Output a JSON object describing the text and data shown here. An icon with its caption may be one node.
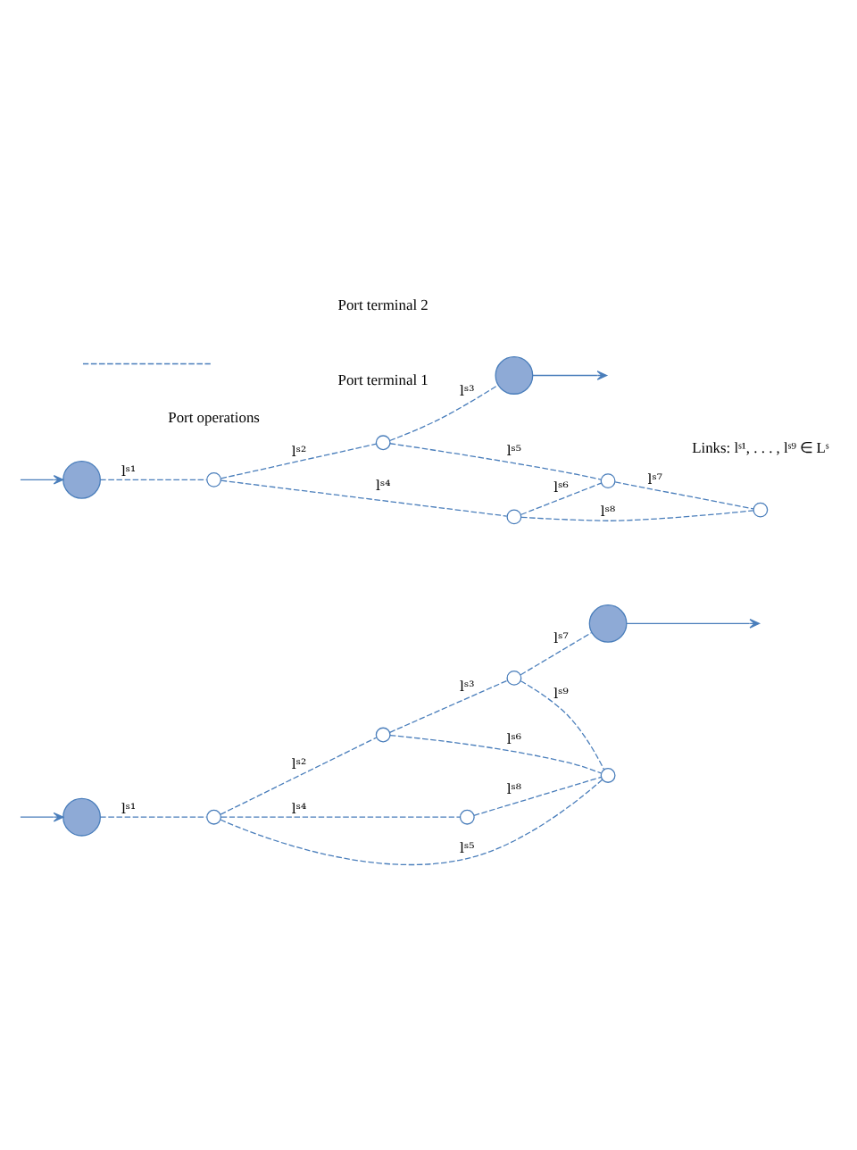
{
  "diagram": {
    "nodes": [
      {
        "text": [],
        "shape": "circle"
      },
      {
        "text": [],
        "shape": "circle"
      },
      {
        "text": [],
        "shape": "circle"
      },
      {
        "text": [],
        "shape": "circle"
      },
      {
        "text": [],
        "shape": "circle"
      },
      {
        "text": [],
        "shape": "circle"
      },
      {
        "text": [],
        "shape": "circle"
      },
      {
        "text": [],
        "shape": "circle"
      },
      {
        "text": [],
        "shape": "circle"
      },
      {
        "text": [],
        "shape": "circle"
      },
      {
        "text": [],
        "shape": "circle"
      },
      {
        "text": [],
        "shape": "circle"
      },
      {
        "text": [],
        "shape": "circle"
      },
      {
        "text": [],
        "shape": "circle"
      }
    ],
    "edges": [
      {
        "from": null,
        "to": 0,
        "arrow": "to"
      },
      {
        "from": 0,
        "to": 1,
        "arrow": "none",
        "label": "lˢ¹",
        "style": "dashed"
      },
      {
        "from": 1,
        "to": 2,
        "arrow": "none",
        "label": "lˢ²",
        "style": "dashed"
      },
      {
        "from": 2,
        "to": 3,
        "arrow": "none",
        "label": "lˢ³",
        "style": "dashed"
      },
      {
        "from": 1,
        "to": 5,
        "arrow": "none",
        "label": "lˢ⁴",
        "style": "dashed"
      },
      {
        "from": 1,
        "to": 6,
        "arrow": "none",
        "label": "lˢ⁵",
        "style": "dashed"
      },
      {
        "from": 2,
        "to": 6,
        "arrow": "none",
        "label": "lˢ⁶",
        "style": "dashed"
      },
      {
        "from": 3,
        "to": 4,
        "arrow": "none",
        "label": "lˢ⁷",
        "style": "dashed"
      },
      {
        "from": 3,
        "to": 6,
        "arrow": "none",
        "label": "lˢ⁹",
        "style": "dashed"
      },
      {
        "from": 5,
        "to": 6,
        "arrow": "none",
        "label": "lˢ⁸",
        "style": "dashed"
      },
      {
        "from": 4,
        "to": null,
        "arrow": "to"
      },
      {
        "from": 9,
        "to": 10,
        "arrow": "none",
        "label": "lˢ³",
        "style": "dashed"
      },
      {
        "from": 10,
        "to": null,
        "arrow": "to"
      },
      {
        "from": 8,
        "to": 9,
        "arrow": "none",
        "label": "lˢ²",
        "style": "dashed"
      },
      {
        "from": 9,
        "to": 12,
        "arrow": "none",
        "label": "lˢ⁵",
        "style": "dashed"
      },
      {
        "from": 7,
        "to": 8,
        "arrow": "none",
        "label": "lˢ¹",
        "style": "dashed"
      },
      {
        "from": 8,
        "to": 11,
        "arrow": "none",
        "label": "lˢ⁴",
        "style": "dashed"
      },
      {
        "from": null,
        "to": 7,
        "arrow": "to"
      },
      {
        "from": 11,
        "to": 12,
        "arrow": "none",
        "label": "lˢ⁶",
        "style": "dashed"
      },
      {
        "from": 12,
        "to": 13,
        "arrow": "none",
        "label": "lˢ⁷",
        "style": "dashed"
      },
      {
        "from": 11,
        "to": 13,
        "arrow": "none",
        "label": "lˢ⁸",
        "style": "dashed"
      }
    ],
    "labels": [
      "Port terminal 1",
      "Port terminal 2",
      "Links: lˢ¹, . . . , lˢ⁹ ∈ Lˢ"
    ],
    "legend": [
      {
        "text": "Port operations"
      }
    ]
  }
}
